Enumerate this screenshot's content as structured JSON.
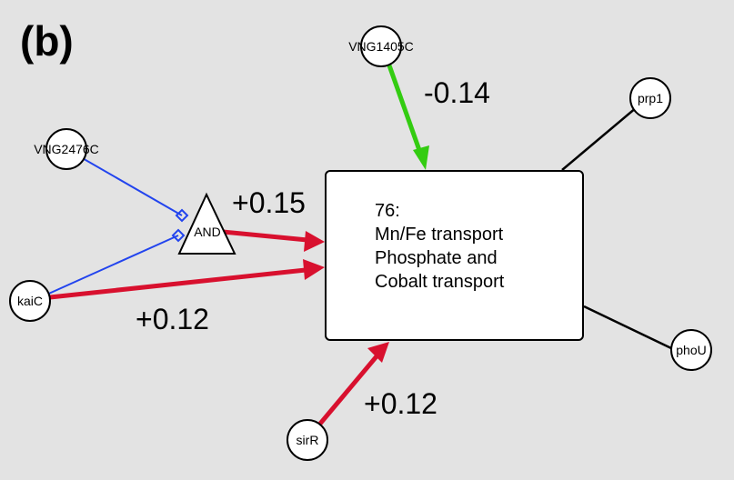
{
  "panel_label": "(b)",
  "module": {
    "lines": [
      "76:",
      "Mn/Fe transport",
      "Phosphate and",
      "Cobalt transport"
    ]
  },
  "gate_label": "AND",
  "nodes": {
    "vng1405c": "VNG1405C",
    "vng2476c": "VNG2476C",
    "kaic": "kaiC",
    "sirr": "sirR",
    "prp1": "prp1",
    "phou": "phoU"
  },
  "weights": {
    "vng1405c": "-0.14",
    "and_gate": "+0.15",
    "kaic": "+0.12",
    "sirr": "+0.12"
  },
  "colors": {
    "repress": "#33cc11",
    "activate": "#d8102e",
    "gate_input": "#2244ee",
    "association": "#000000"
  }
}
